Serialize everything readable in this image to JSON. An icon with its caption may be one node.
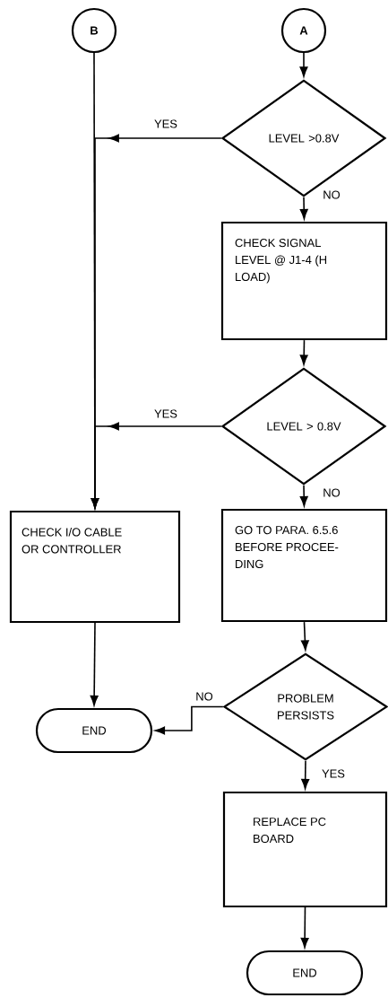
{
  "diagram": {
    "nodes": [
      {
        "text": [
          "B"
        ]
      },
      {
        "text": [
          "A"
        ]
      },
      {
        "text": [
          "LEVEL >0.8V"
        ]
      },
      {
        "text": [
          "CHECK SIGNAL LEVEL @ J1-4 (H LOAD)"
        ]
      },
      {
        "text": [
          "LEVEL > 0.8V"
        ]
      },
      {
        "text": [
          "CHECK I/O CABLE OR CONTROLLER"
        ]
      },
      {
        "text": [
          "GO TO PARA. 6.5.6 BEFORE PROCEE- DING"
        ]
      },
      {
        "text": [
          "PROBLEM PERSISTS"
        ]
      },
      {
        "text": [
          "END"
        ]
      },
      {
        "text": [
          "REPLACE PC BOARD"
        ]
      },
      {
        "text": [
          "END"
        ]
      }
    ],
    "edges": [
      {
        "from": 1,
        "to": 2,
        "arrow": "to"
      },
      {
        "from": 2,
        "to": 3,
        "arrow": "to",
        "label": "NO"
      },
      {
        "from": 2,
        "to": 5,
        "arrow": "to",
        "label": "YES"
      },
      {
        "from": 0,
        "to": 5,
        "arrow": "to"
      },
      {
        "from": 3,
        "to": 4,
        "arrow": "to"
      },
      {
        "from": 4,
        "to": 5,
        "arrow": "to",
        "label": "YES"
      },
      {
        "from": 4,
        "to": 6,
        "arrow": "to",
        "label": "NO"
      },
      {
        "from": 5,
        "to": 8,
        "arrow": "to"
      },
      {
        "from": 6,
        "to": 7,
        "arrow": "to"
      },
      {
        "from": 7,
        "to": 8,
        "arrow": "to",
        "label": "NO"
      },
      {
        "from": 7,
        "to": 9,
        "arrow": "to",
        "label": "YES"
      },
      {
        "from": 9,
        "to": 10,
        "arrow": "to"
      }
    ]
  }
}
